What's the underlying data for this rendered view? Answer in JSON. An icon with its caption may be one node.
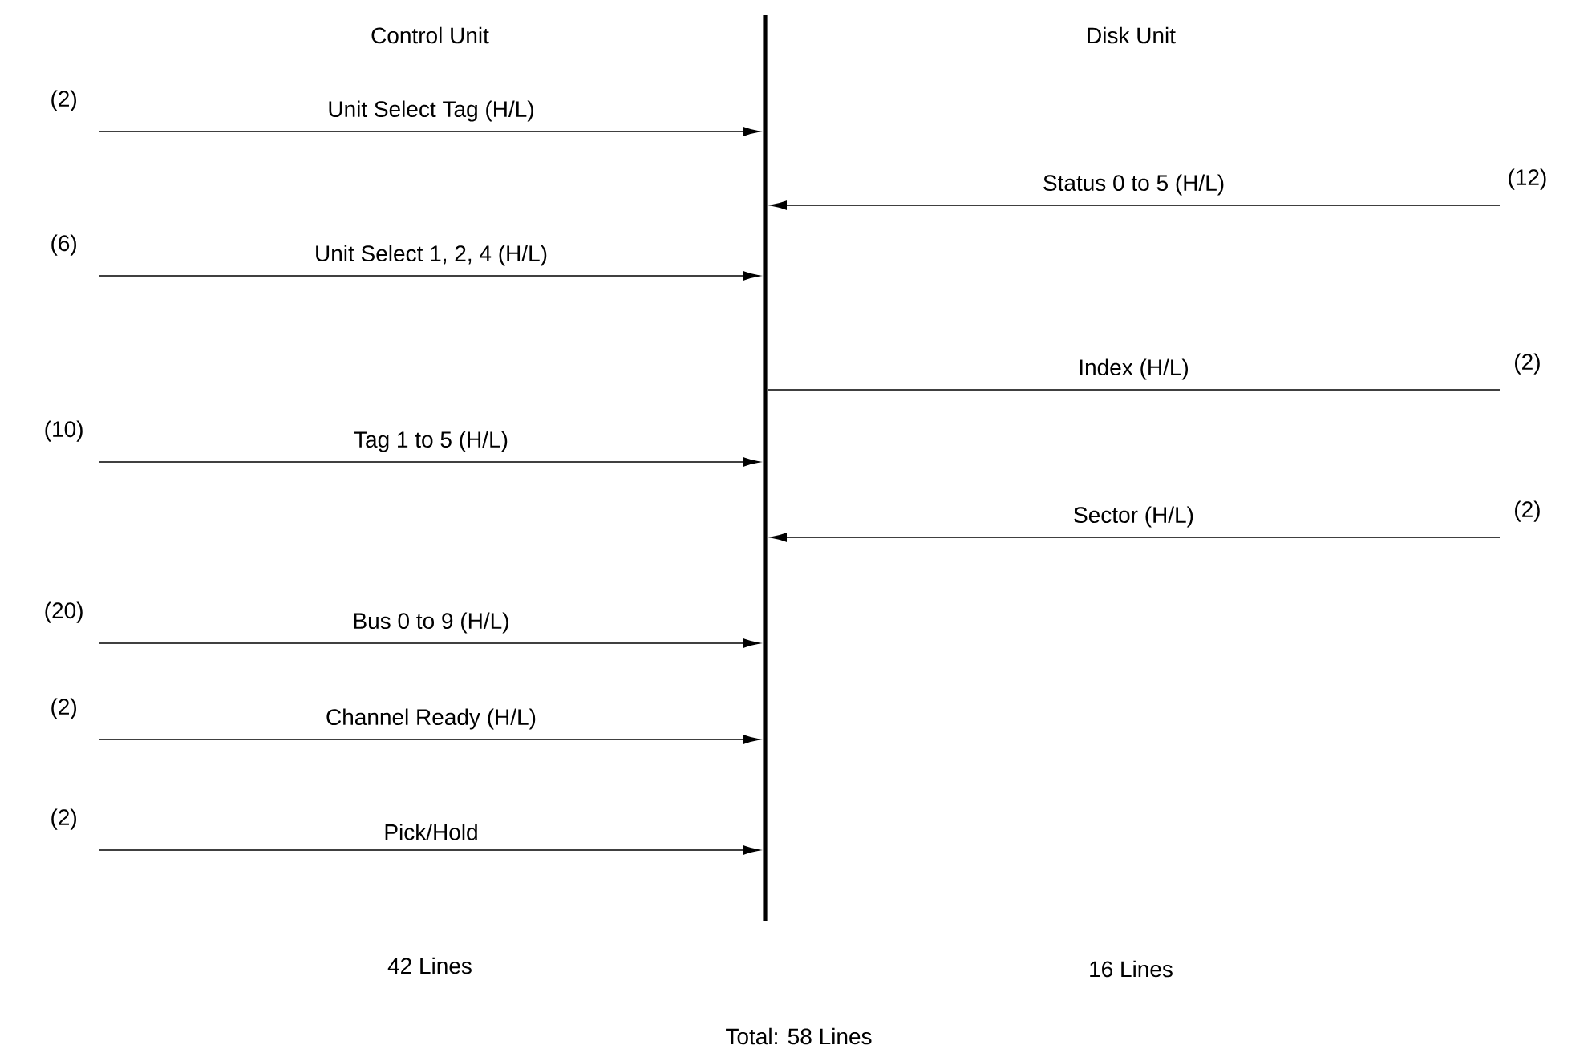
{
  "diagram": {
    "nodes": [
      {
        "text": [],
        "shape": "bar"
      },
      {
        "text": [
          "(2)"
        ]
      },
      {
        "text": [
          "(12)"
        ]
      },
      {
        "text": [
          "(6)"
        ]
      },
      {
        "text": [
          "(2)"
        ]
      },
      {
        "text": [
          "(10)"
        ]
      },
      {
        "text": [
          "(2)"
        ]
      },
      {
        "text": [
          "(20)"
        ]
      },
      {
        "text": [
          "(2)"
        ]
      },
      {
        "text": [
          "(2)"
        ]
      }
    ],
    "edges": [
      {
        "from": 1,
        "to": 0,
        "arrow": "to",
        "label": "Unit Select Tag (H/L)"
      },
      {
        "from": 2,
        "to": 0,
        "arrow": "to",
        "label": "Status 0 to 5 (H/L)"
      },
      {
        "from": 3,
        "to": 0,
        "arrow": "to",
        "label": "Unit Select 1, 2, 4 (H/L)"
      },
      {
        "from": 0,
        "to": 4,
        "arrow": "none",
        "label": "Index (H/L)"
      },
      {
        "from": 5,
        "to": 0,
        "arrow": "to",
        "label": "Tag 1 to 5 (H/L)"
      },
      {
        "from": 6,
        "to": 0,
        "arrow": "to",
        "label": "Sector (H/L)"
      },
      {
        "from": 7,
        "to": 0,
        "arrow": "to",
        "label": "Bus 0 to 9 (H/L)"
      },
      {
        "from": 8,
        "to": 0,
        "arrow": "to",
        "label": "Channel Ready (H/L)"
      },
      {
        "from": 9,
        "to": 0,
        "arrow": "to",
        "label": "Pick/Hold"
      }
    ],
    "labels": [
      "Control Unit",
      "Disk Unit",
      "42 Lines",
      "16 Lines",
      "Total: 58 Lines"
    ]
  }
}
